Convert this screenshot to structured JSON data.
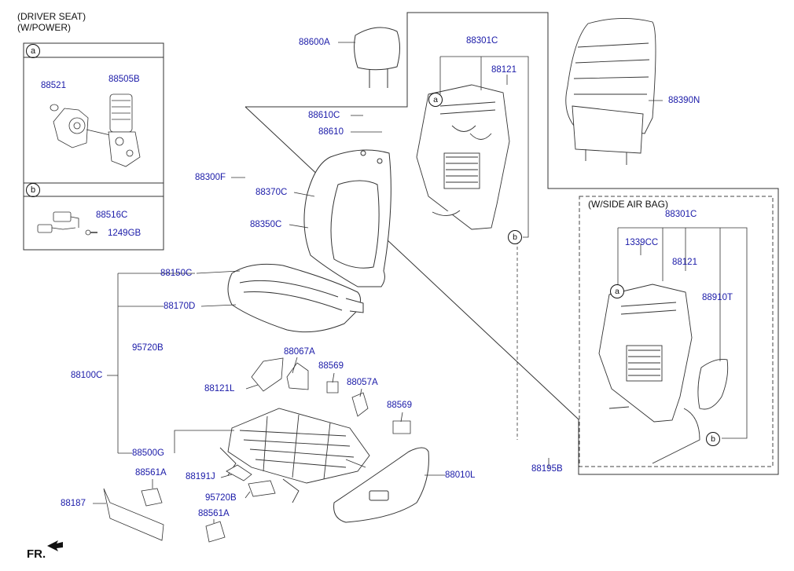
{
  "titles": {
    "line1": "(DRIVER SEAT)",
    "line2": "(W/POWER)"
  },
  "inset_box_a": {
    "callout": "a",
    "parts": [
      "88521",
      "88505B"
    ]
  },
  "inset_box_b": {
    "callout": "b",
    "parts": [
      "88516C",
      "1249GB"
    ]
  },
  "side_airbag_box": {
    "title": "(W/SIDE AIR BAG)"
  },
  "front_indicator": "FR.",
  "callouts": {
    "a": "a",
    "b": "b"
  },
  "part_labels": {
    "p88600A": "88600A",
    "p88301C": "88301C",
    "p88121": "88121",
    "p88390N": "88390N",
    "p88610C": "88610C",
    "p88610": "88610",
    "p88300F": "88300F",
    "p88370C": "88370C",
    "p88350C": "88350C",
    "p88150C": "88150C",
    "p88170D": "88170D",
    "p95720B": "95720B",
    "p88100C": "88100C",
    "p88067A": "88067A",
    "p88569a": "88569",
    "p88121L": "88121L",
    "p88057A": "88057A",
    "p88569b": "88569",
    "p88500G": "88500G",
    "p88561A": "88561A",
    "p88191J": "88191J",
    "p88187": "88187",
    "p95720B2": "95720B",
    "p88561A2": "88561A",
    "p88010L": "88010L",
    "p88195B": "88195B",
    "p88301C2": "88301C",
    "p1339CC": "1339CC",
    "p88121b": "88121",
    "p88910T": "88910T"
  }
}
